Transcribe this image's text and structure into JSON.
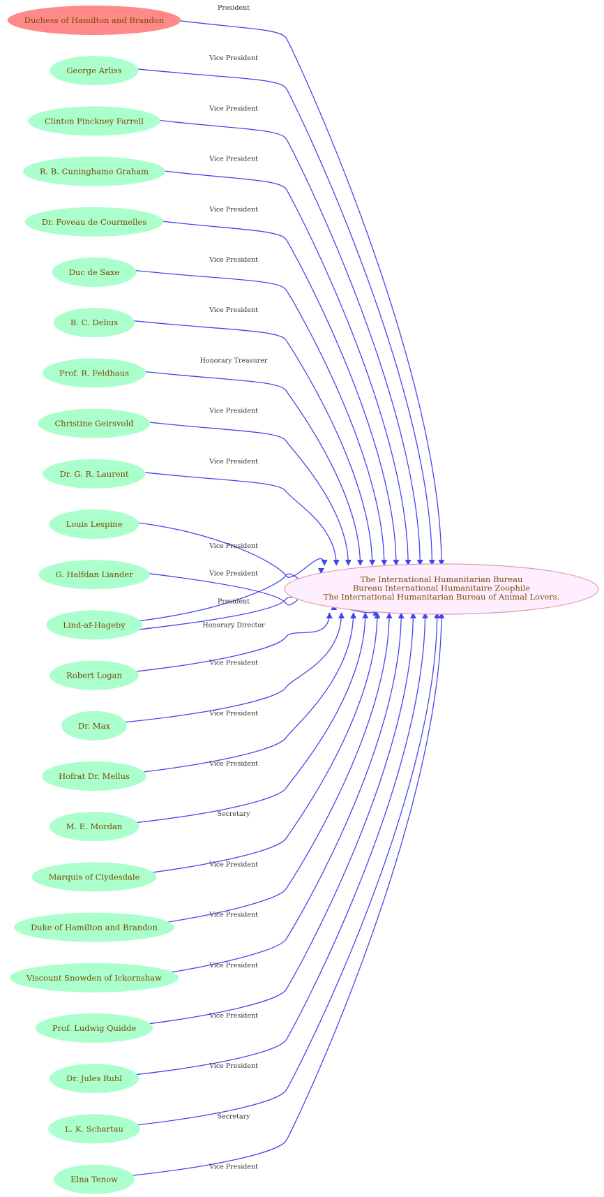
{
  "colors": {
    "node_fill": "#aaffcc",
    "highlight_fill": "#ff8888",
    "hub_fill": "#ffeeff",
    "hub_stroke": "#e09aa8",
    "edge": "#4444ee",
    "node_text": "#7a4a00",
    "edge_text": "#333333"
  },
  "hub": {
    "lines": [
      "The International Humanitarian Bureau",
      "Bureau International Humanitaire Zoophile",
      "The International Humanitarian Bureau of Animal Lovers."
    ]
  },
  "members": [
    {
      "name": "Duchess of Hamilton and Brandon",
      "role": "President",
      "highlight": true
    },
    {
      "name": "George Arliss",
      "role": "Vice President"
    },
    {
      "name": "Clinton Pinckney Farrell",
      "role": "Vice President"
    },
    {
      "name": "R. B. Cuninghame Graham",
      "role": "Vice President"
    },
    {
      "name": "Dr. Foveau de Courmelles",
      "role": "Vice President"
    },
    {
      "name": "Duc de Saxe",
      "role": "Vice President"
    },
    {
      "name": "B. C. Delius",
      "role": "Vice President"
    },
    {
      "name": "Prof. R. Feldhaus",
      "role": "Honorary Treasurer"
    },
    {
      "name": "Christine Geirsvold",
      "role": "Vice President"
    },
    {
      "name": "Dr. G. R. Laurent",
      "role": "Vice President"
    },
    {
      "name": "Louis Lespine",
      "role": "Vice President"
    },
    {
      "name": "G. Halfdan Liander",
      "role": "Vice President"
    },
    {
      "name": "Lind-af-Hageby",
      "role": "President",
      "second_role": "Honorary Director"
    },
    {
      "name": "Robert Logan",
      "role": "Vice President"
    },
    {
      "name": "Dr. Max",
      "role": "Vice President"
    },
    {
      "name": "Hofrat Dr. Mellus",
      "role": "Vice President"
    },
    {
      "name": "M. E. Mordan",
      "role": "Secretary"
    },
    {
      "name": "Marquis of Clydesdale",
      "role": "Vice President"
    },
    {
      "name": "Duke of Hamilton and Brandon",
      "role": "Vice President"
    },
    {
      "name": "Viscount Snowden of Ickornshaw",
      "role": "Vice President"
    },
    {
      "name": "Prof. Ludwig Quidde",
      "role": "Vice President"
    },
    {
      "name": "Dr. Jules Ruhl",
      "role": "Vice President"
    },
    {
      "name": "L. K. Schartau",
      "role": "Secretary"
    },
    {
      "name": "Elna Tenow",
      "role": "Vice President"
    }
  ]
}
